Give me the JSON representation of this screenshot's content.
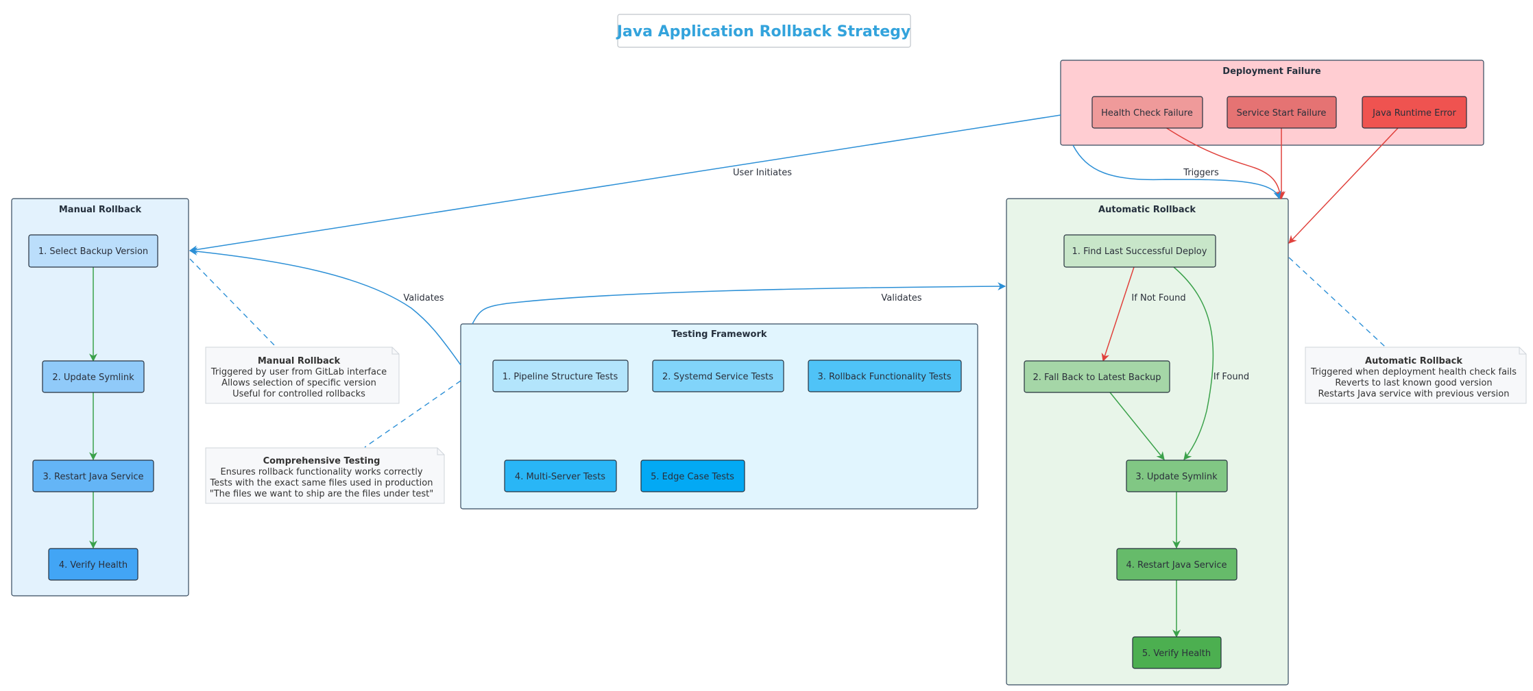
{
  "title": "Java Application Rollback Strategy",
  "colors": {
    "title": "#33a3dc",
    "blue_edge": "#2b8fd6",
    "green_edge": "#3aa14a",
    "red_edge": "#e0413c",
    "note_fill": "#f7f8fa",
    "note_stroke": "#cfd4da"
  },
  "groups": {
    "deployment_failure": {
      "title": "Deployment Failure",
      "nodes": [
        "Health Check Failure",
        "Service Start Failure",
        "Java Runtime Error"
      ]
    },
    "manual_rollback": {
      "title": "Manual Rollback",
      "nodes": [
        "1. Select Backup Version",
        "2. Update Symlink",
        "3. Restart Java Service",
        "4. Verify Health"
      ]
    },
    "automatic_rollback": {
      "title": "Automatic Rollback",
      "nodes": [
        "1. Find Last Successful Deploy",
        "2. Fall Back to Latest Backup",
        "3. Update Symlink",
        "4. Restart Java Service",
        "5. Verify Health"
      ]
    },
    "testing_framework": {
      "title": "Testing Framework",
      "nodes": [
        "1. Pipeline Structure Tests",
        "2. Systemd Service Tests",
        "3. Rollback Functionality Tests",
        "4. Multi-Server Tests",
        "5. Edge Case Tests"
      ]
    }
  },
  "edge_labels": {
    "user_initiates": "User Initiates",
    "triggers": "Triggers",
    "validates_manual": "Validates",
    "validates_automatic": "Validates",
    "if_not_found": "If Not Found",
    "if_found": "If Found"
  },
  "notes": {
    "manual": {
      "title": "Manual Rollback",
      "lines": [
        "Triggered by user from GitLab interface",
        "Allows selection of specific version",
        "Useful for controlled rollbacks"
      ]
    },
    "testing": {
      "title": "Comprehensive Testing",
      "lines": [
        "Ensures rollback functionality works correctly",
        "Tests with the exact same files used in production",
        "\"The files we want to ship are the files under test\""
      ]
    },
    "automatic": {
      "title": "Automatic Rollback",
      "lines": [
        "Triggered when deployment health check fails",
        "Reverts to last known good version",
        "Restarts Java service with previous version"
      ]
    }
  }
}
